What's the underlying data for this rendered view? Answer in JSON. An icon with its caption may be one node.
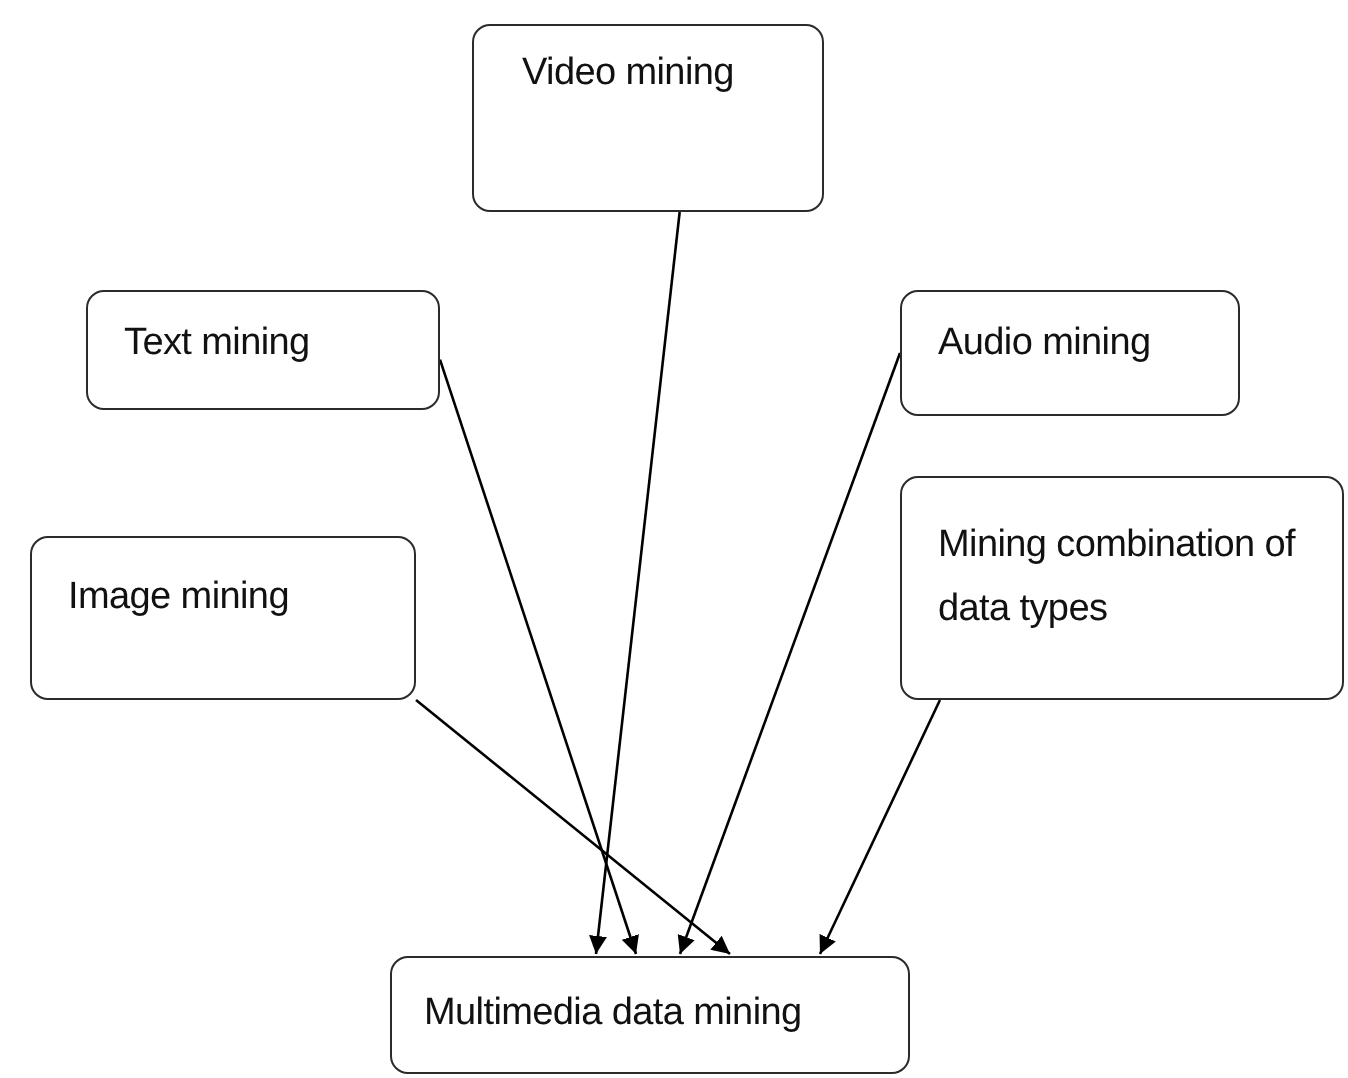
{
  "diagram": {
    "nodes": [
      {
        "text": [
          "Video mining"
        ]
      },
      {
        "text": [
          "Text mining"
        ]
      },
      {
        "text": [
          "Audio mining"
        ]
      },
      {
        "text": [
          "Image mining"
        ]
      },
      {
        "text": [
          "Mining combination of data types"
        ]
      },
      {
        "text": [
          "Multimedia data mining"
        ]
      }
    ],
    "edges": [
      {
        "from": 0,
        "to": 5,
        "arrow": "to"
      },
      {
        "from": 1,
        "to": 5,
        "arrow": "to"
      },
      {
        "from": 2,
        "to": 5,
        "arrow": "to"
      },
      {
        "from": 3,
        "to": 5,
        "arrow": "to"
      },
      {
        "from": 4,
        "to": 5,
        "arrow": "to"
      }
    ]
  }
}
